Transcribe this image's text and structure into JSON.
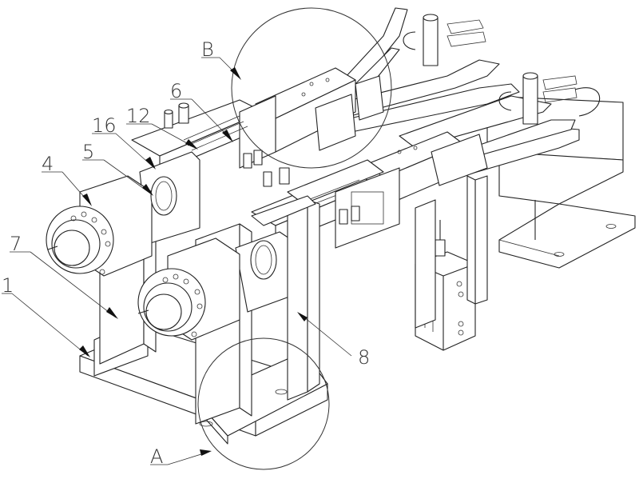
{
  "figure": {
    "type": "patent mechanical isometric drawing",
    "detail_circles": [
      {
        "label": "A"
      },
      {
        "label": "B"
      }
    ],
    "reference_labels": [
      {
        "id": "1",
        "text": "1"
      },
      {
        "id": "4",
        "text": "4"
      },
      {
        "id": "5",
        "text": "5"
      },
      {
        "id": "6",
        "text": "6"
      },
      {
        "id": "7",
        "text": "7"
      },
      {
        "id": "8",
        "text": "8"
      },
      {
        "id": "12",
        "text": "12"
      },
      {
        "id": "16",
        "text": "16"
      },
      {
        "id": "A",
        "text": "A"
      },
      {
        "id": "B",
        "text": "B"
      }
    ]
  }
}
